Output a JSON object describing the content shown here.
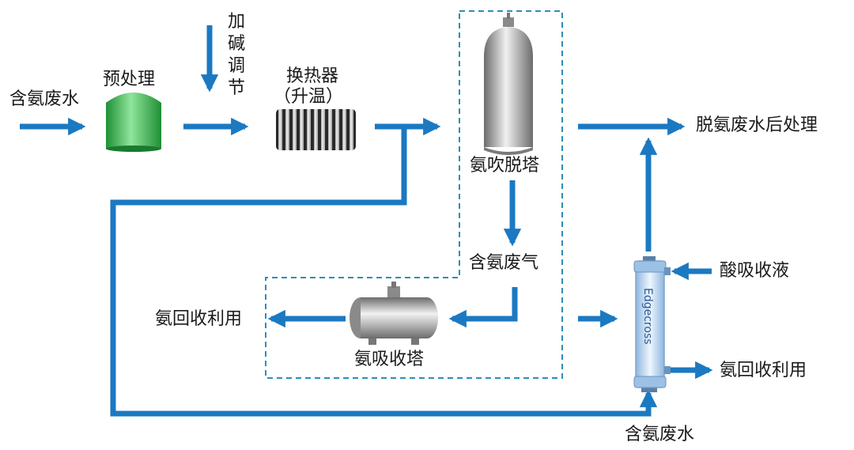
{
  "diagram": {
    "labels": {
      "inlet": "含氨废水",
      "pretreatment": "预处理",
      "alkali": [
        "加",
        "碱",
        "调",
        "节"
      ],
      "heat_exchanger_1": "换热器",
      "heat_exchanger_2": "（升温）",
      "stripping_tower": "氨吹脱塔",
      "post_treatment": "脱氨废水后处理",
      "ammonia_gas": "含氨废气",
      "absorption_tower": "氨吸收塔",
      "recovery_left": "氨回收利用",
      "acid_solution": "酸吸收液",
      "recovery_right": "氨回收利用",
      "bottom_inlet": "含氨废水",
      "membrane_brand": "Edgecross"
    },
    "colors": {
      "flow": "#1b79c2",
      "dashed_box": "#2c8fb5",
      "tank_green": "#3fbf55",
      "tower_gray": "#a9a9a9",
      "membrane_blue": "#cfe3f7"
    }
  }
}
